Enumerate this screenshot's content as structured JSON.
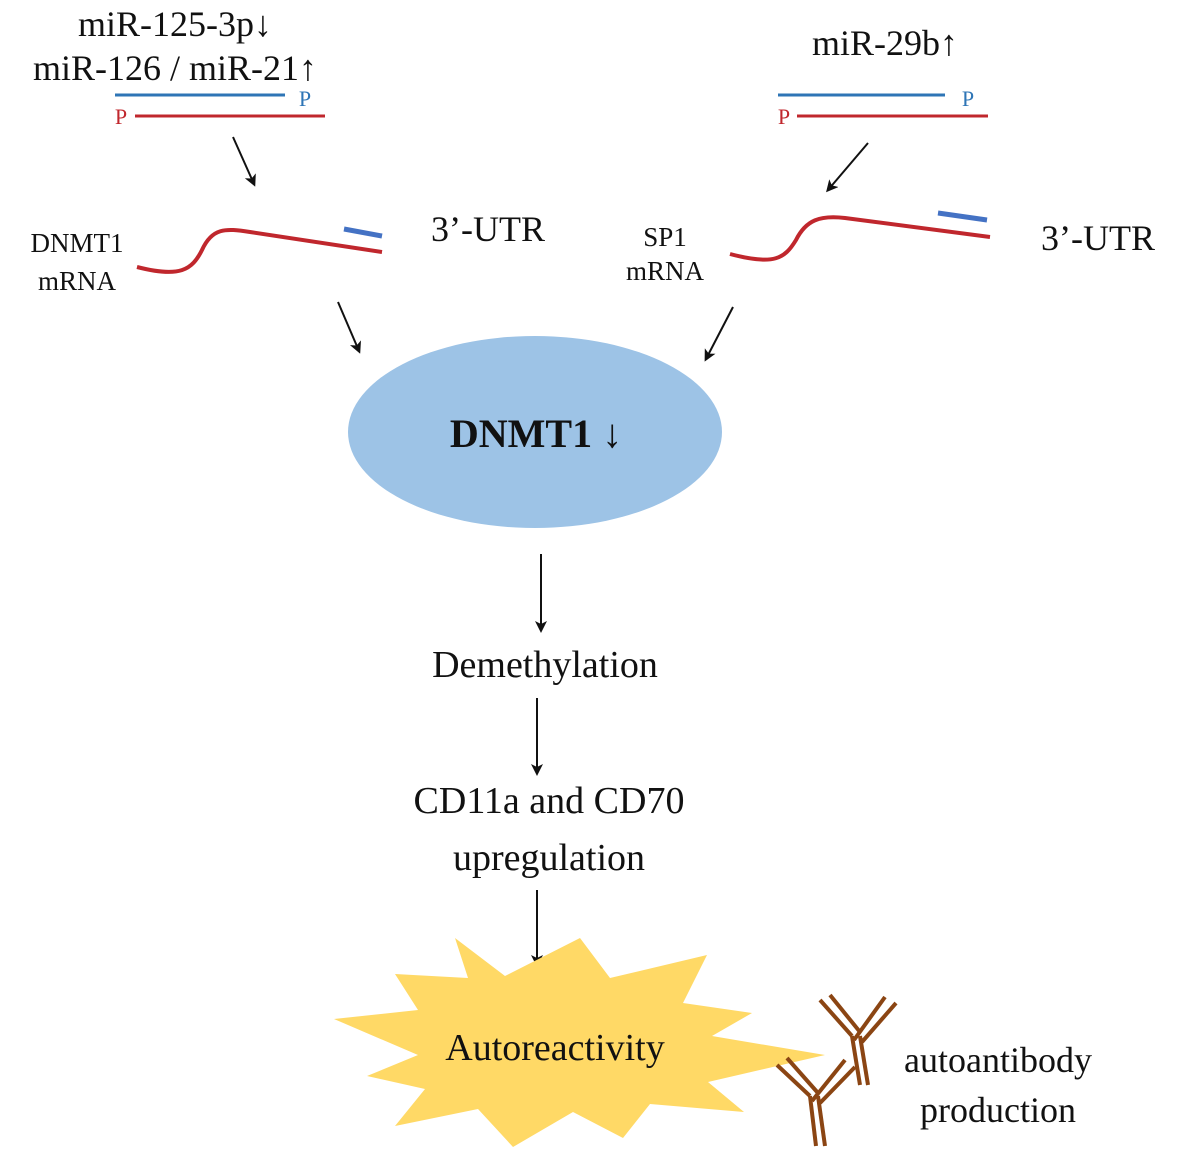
{
  "left_mirna": {
    "line1": "miR-125-3p↓",
    "line2": "miR-126 / miR-21↑",
    "p_top": "P",
    "p_bottom": "P"
  },
  "right_mirna": {
    "line1": "miR-29b↑",
    "p_top": "P",
    "p_bottom": "P"
  },
  "dnmt1_mrna": {
    "label_line1": "DNMT1",
    "label_line2": "mRNA",
    "utr": "3’-UTR"
  },
  "sp1_mrna": {
    "label_line1": "SP1",
    "label_line2": "mRNA",
    "utr": "3’-UTR"
  },
  "dnmt1_node": {
    "label": "DNMT1 ↓"
  },
  "demethylation": {
    "label": "Demethylation"
  },
  "upregulation": {
    "line1": "CD11a and CD70",
    "line2": "upregulation"
  },
  "autoreactivity": {
    "label": "Autoreactivity"
  },
  "autoantibody": {
    "line1": "autoantibody",
    "line2": "production"
  },
  "colors": {
    "mrna_red": "#c0272d",
    "mirna_blue": "#2e75b6",
    "utr_blue": "#4472c4",
    "ellipse_fill": "#9dc3e6",
    "burst_fill": "#ffd966",
    "antibody_brown": "#8b4513",
    "arrow": "#111111"
  }
}
